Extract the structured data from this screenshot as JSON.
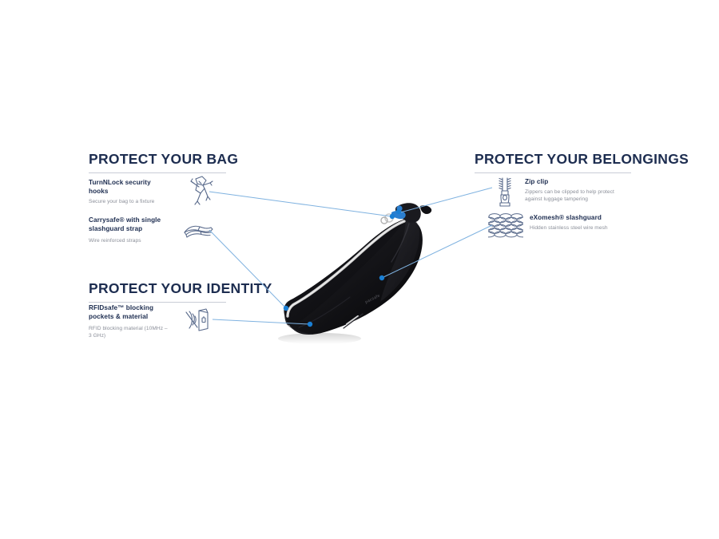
{
  "page": {
    "background_color": "#ffffff",
    "heading_color": "#1d2d50",
    "title_color": "#1d2d50",
    "description_color": "#8b8f99",
    "rule_color": "#c9cdd6",
    "callout_line_color": "#7fb2e0",
    "callout_dot_color": "#1a7fd4",
    "bag_color": "#111114",
    "zipper_color": "#d8d8d8"
  },
  "sections": [
    {
      "id": "protect-your-bag",
      "heading": "PROTECT YOUR BAG",
      "features": [
        {
          "id": "turnnlock-security-hooks",
          "title": "TurnNLock security hooks",
          "description": "Secure your bag to a fixture",
          "icon": "security-hook-icon"
        },
        {
          "id": "carrysafe-slashguard-strap",
          "title": "Carrysafe® with single slashguard strap",
          "description": "Wire reinforced straps",
          "icon": "strap-icon"
        }
      ]
    },
    {
      "id": "protect-your-identity",
      "heading": "PROTECT YOUR IDENTITY",
      "features": [
        {
          "id": "rfidsafe-blocking-pockets",
          "title": "RFIDsafe™ blocking pockets & material",
          "description": "RFID blocking material (10MHz – 3 GHz)",
          "icon": "rfid-blocking-icon"
        }
      ]
    },
    {
      "id": "protect-your-belongings",
      "heading": "PROTECT YOUR BELONGINGS",
      "features": [
        {
          "id": "zip-clip",
          "title": "Zip clip",
          "description": "Zippers can be clipped to help protect against luggage tampering",
          "icon": "zip-clip-icon"
        },
        {
          "id": "exomesh-slashguard",
          "title": "eXomesh® slashguard",
          "description": "Hidden stainless steel wire mesh",
          "icon": "mesh-icon"
        }
      ]
    }
  ],
  "product": {
    "name": "sling-bag",
    "brand_mark": "pacsafe"
  }
}
